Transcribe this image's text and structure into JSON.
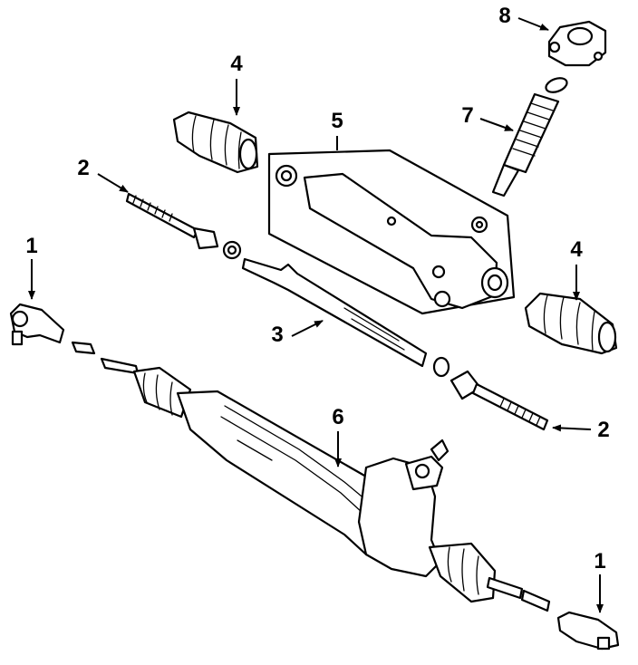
{
  "callouts": {
    "c1_left": "1",
    "c1_right": "1",
    "c2_left": "2",
    "c2_right": "2",
    "c3": "3",
    "c4_left": "4",
    "c4_right": "4",
    "c5": "5",
    "c6": "6",
    "c7": "7",
    "c8": "8"
  }
}
